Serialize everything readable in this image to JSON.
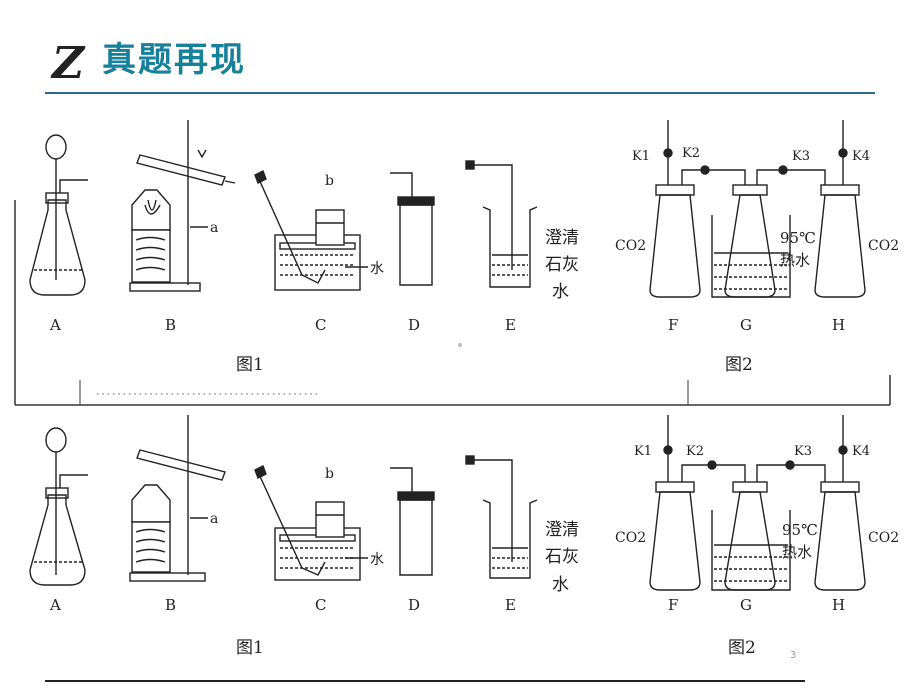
{
  "header": {
    "logo_letter": "Z",
    "title": "真题再现"
  },
  "figure1": {
    "labels": [
      "A",
      "B",
      "C",
      "D",
      "E"
    ],
    "label_a": "a",
    "label_b": "b",
    "water": "水",
    "limewater": [
      "澄清",
      "石灰",
      "水"
    ],
    "caption": "图1"
  },
  "figure2": {
    "labels": [
      "F",
      "G",
      "H"
    ],
    "valves": [
      "K1",
      "K2",
      "K3",
      "K4"
    ],
    "co2": "CO2",
    "hot_water": [
      "95℃",
      "热水"
    ],
    "caption": "图2"
  },
  "slide_number": "3",
  "colors": {
    "accent": "#17809a",
    "rule": "#2a6a8a"
  }
}
